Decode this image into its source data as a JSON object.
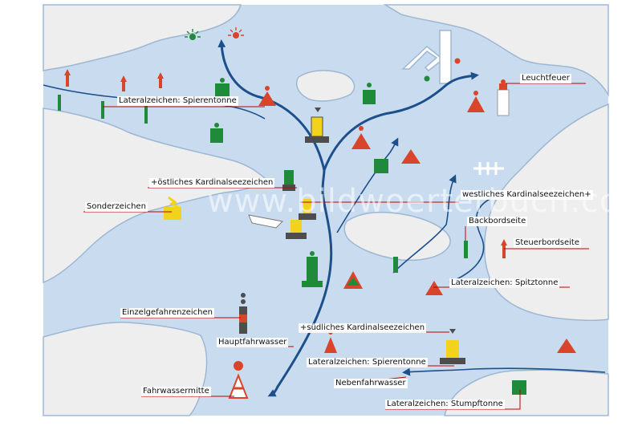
{
  "labels": {
    "lateral_spierentonne_top": "Lateralzeichen: Spierentonne",
    "leuchtfeuer": "Leuchtfeuer",
    "oestliches_kardinal": "+östliches Kardinalseezeichen",
    "westliches_kardinal": "westliches Kardinalseezeichen+",
    "sonderzeichen": "Sonderzeichen",
    "backbordseite": "Backbordseite",
    "steuerbordseite": "Steuerbordseite",
    "lateral_spitztonne": "Lateralzeichen: Spitztonne",
    "einzelgefahrenzeichen": "Einzelgefahrenzeichen",
    "suedliches_kardinal": "+südliches Kardinalseezeichen",
    "hauptfahrwasser": "Hauptfahrwasser",
    "lateral_spierentonne_bottom": "Lateralzeichen: Spierentonne",
    "nebenfahrwasser": "Nebenfahrwasser",
    "fahrwassermitte": "Fahrwassermitte",
    "lateral_stumpftonne": "Lateralzeichen: Stumpftonne"
  },
  "watermark": "www.bildwoerterbuch.com",
  "colors": {
    "sea": "#c9dcef",
    "land": "#eeeeee",
    "coast": "#9db7d3",
    "fairway": "#1c4f8c",
    "red": "#d9452b",
    "green": "#1e8a3a",
    "yellow": "#f2d21b",
    "leader": "#c00000"
  }
}
